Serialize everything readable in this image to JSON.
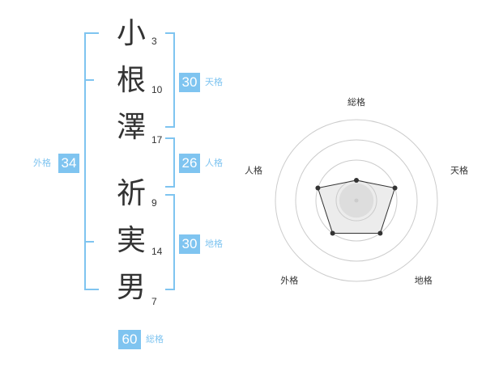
{
  "colors": {
    "accent": "#7fc4f0",
    "text": "#333333"
  },
  "name": {
    "characters": [
      {
        "char": "小",
        "strokes": "3"
      },
      {
        "char": "根",
        "strokes": "10"
      },
      {
        "char": "澤",
        "strokes": "17"
      },
      {
        "char": "祈",
        "strokes": "9"
      },
      {
        "char": "実",
        "strokes": "14"
      },
      {
        "char": "男",
        "strokes": "7"
      }
    ]
  },
  "scores": {
    "tenkaku": {
      "value": "30",
      "label": "天格"
    },
    "jinkaku": {
      "value": "26",
      "label": "人格"
    },
    "chikaku": {
      "value": "30",
      "label": "地格"
    },
    "gaikaku": {
      "value": "34",
      "label": "外格"
    },
    "soukaku": {
      "value": "60",
      "label": "総格"
    }
  },
  "radar": {
    "axes": [
      "総格",
      "天格",
      "地格",
      "外格",
      "人格"
    ],
    "levels": 4,
    "values": [
      1,
      2,
      2,
      2,
      2
    ]
  }
}
